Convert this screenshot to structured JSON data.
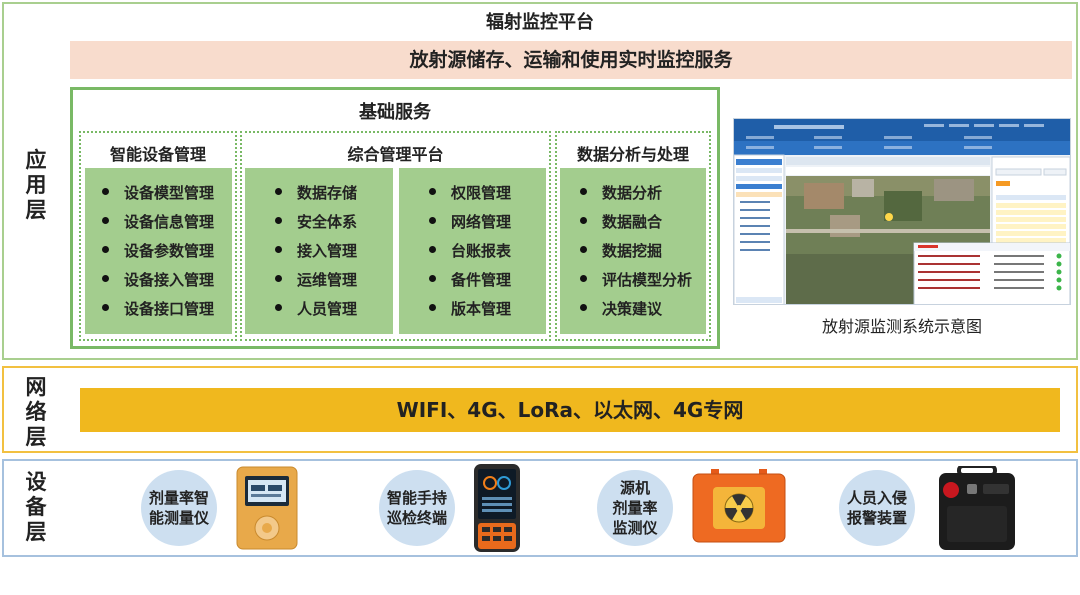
{
  "application_layer": {
    "side_label": [
      "应",
      "用",
      "层"
    ],
    "title": "辐射监控平台",
    "banner": "放射源储存、运输和使用实时监控服务",
    "base_service": {
      "title": "基础服务",
      "columns": [
        {
          "heading": "智能设备管理",
          "items": [
            "设备模型管理",
            "设备信息管理",
            "设备参数管理",
            "设备接入管理",
            "设备接口管理"
          ]
        },
        {
          "heading": "综合管理平台",
          "left_items": [
            "数据存储",
            "安全体系",
            "接入管理",
            "运维管理",
            "人员管理"
          ],
          "right_items": [
            "权限管理",
            "网络管理",
            "台账报表",
            "备件管理",
            "版本管理"
          ]
        },
        {
          "heading": "数据分析与处理",
          "items": [
            "数据分析",
            "数据融合",
            "数据挖掘",
            "评估模型分析",
            "决策建议"
          ]
        }
      ]
    },
    "screenshot_caption": "放射源监测系统示意图"
  },
  "network_layer": {
    "side_label": [
      "网",
      "络",
      "层"
    ],
    "protocols": "WIFI、4G、LoRa、以太网、4G专网"
  },
  "device_layer": {
    "side_label": [
      "设",
      "备",
      "层"
    ],
    "devices": [
      {
        "lines": [
          "剂量率智",
          "能测量仪"
        ],
        "icon": "dose-meter-icon"
      },
      {
        "lines": [
          "智能手持",
          "巡检终端"
        ],
        "icon": "handheld-terminal-icon"
      },
      {
        "lines": [
          "源机",
          "剂量率",
          "监测仪"
        ],
        "icon": "source-monitor-icon"
      },
      {
        "lines": [
          "人员入侵",
          "报警装置"
        ],
        "icon": "intrusion-alarm-icon"
      }
    ]
  },
  "colors": {
    "app_border": "#a9cf8f",
    "banner_bg": "#f8dccd",
    "panel_green": "#a3cd8e",
    "network_border": "#f2c040",
    "network_bar": "#f0b81e",
    "device_border": "#a6c1de",
    "device_circle": "#cddff0"
  }
}
